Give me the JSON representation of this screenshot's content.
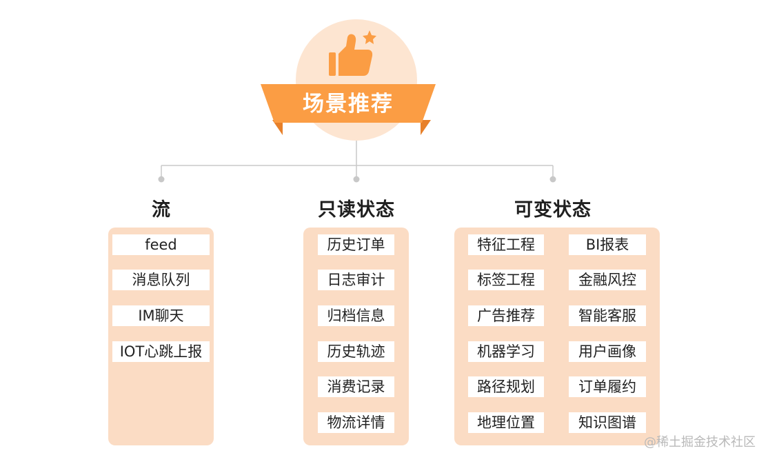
{
  "root": {
    "title": "场景推荐",
    "icon": "thumbs-up-star-icon",
    "colors": {
      "orange": "#fb9d44",
      "orange_dark": "#e7802a",
      "circle": "#fde5d1",
      "panel": "#fbdcc4"
    }
  },
  "columns": [
    {
      "title": "流",
      "items": [
        "feed",
        "消息队列",
        "IM聊天",
        "IOT心跳上报"
      ]
    },
    {
      "title": "只读状态",
      "items": [
        "历史订单",
        "日志审计",
        "归档信息",
        "历史轨迹",
        "消费记录",
        "物流详情"
      ]
    },
    {
      "title": "可变状态",
      "items_left": [
        "特征工程",
        "标签工程",
        "广告推荐",
        "机器学习",
        "路径规划",
        "地理位置"
      ],
      "items_right": [
        "BI报表",
        "金融风控",
        "智能客服",
        "用户画像",
        "订单履约",
        "知识图谱"
      ]
    }
  ],
  "watermark": "@稀土掘金技术社区"
}
